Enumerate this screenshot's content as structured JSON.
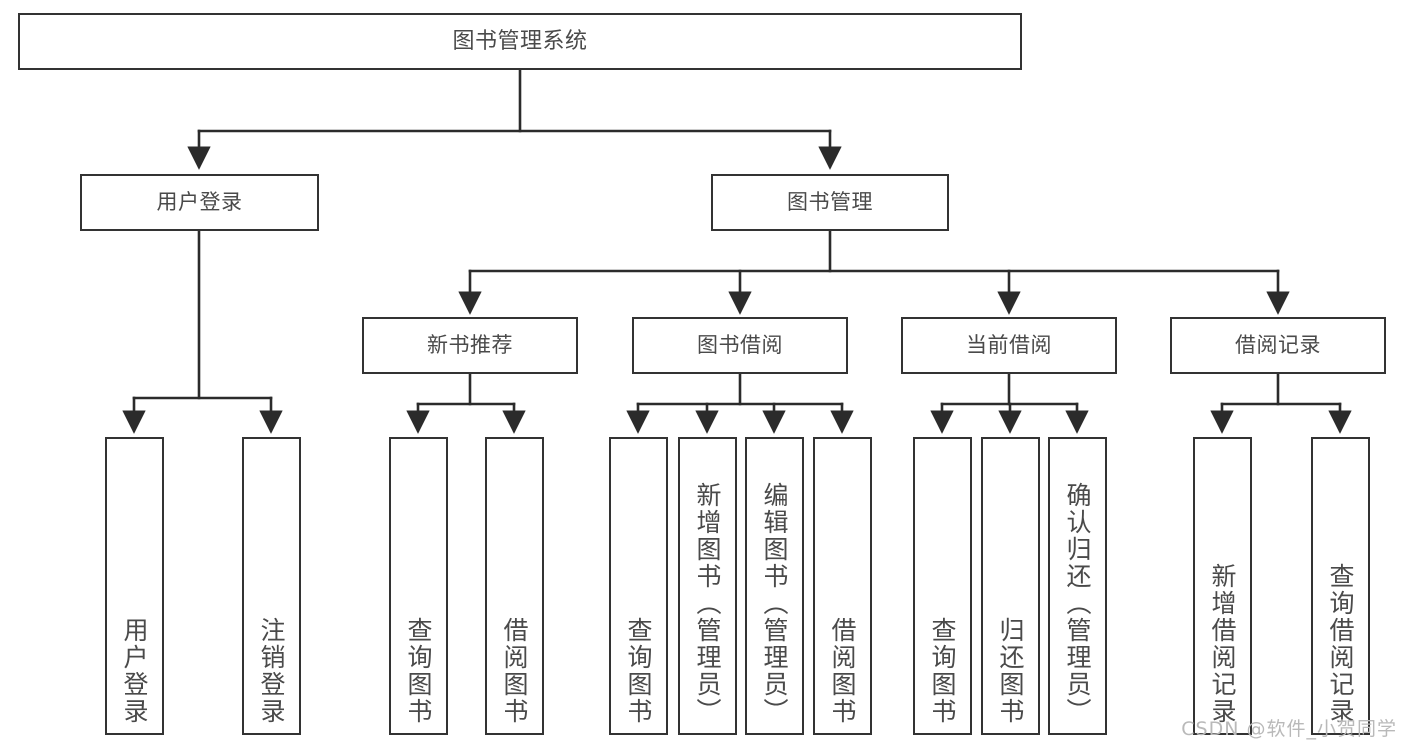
{
  "diagram": {
    "title": "图书管理系统",
    "type": "tree",
    "watermark": "CSDN @软件_小贺同学",
    "colors": {
      "box_border": "#333333",
      "box_fill": "#ffffff",
      "text": "#4a4a4a",
      "connector": "#2b2b2b",
      "watermark": "#b9b9b9",
      "background": "#ffffff"
    },
    "nodes": {
      "root": {
        "label": "图书管理系统"
      },
      "level2": [
        {
          "id": "user-login",
          "label": "用户登录"
        },
        {
          "id": "book-manage",
          "label": "图书管理"
        }
      ],
      "level3": [
        {
          "id": "new-book-recommend",
          "label": "新书推荐"
        },
        {
          "id": "book-borrow",
          "label": "图书借阅"
        },
        {
          "id": "current-borrow",
          "label": "当前借阅"
        },
        {
          "id": "borrow-record",
          "label": "借阅记录"
        }
      ],
      "leaves": {
        "user-login": [
          {
            "id": "leaf-user-login",
            "label": "用户登录"
          },
          {
            "id": "leaf-logout-login",
            "label": "注销登录"
          }
        ],
        "new-book-recommend": [
          {
            "id": "leaf-query-book-1",
            "label": "查询图书"
          },
          {
            "id": "leaf-borrow-book-1",
            "label": "借阅图书"
          }
        ],
        "book-borrow": [
          {
            "id": "leaf-query-book-2",
            "label": "查询图书"
          },
          {
            "id": "leaf-add-book",
            "label": "新增图书（管理员）"
          },
          {
            "id": "leaf-edit-book",
            "label": "编辑图书（管理员）"
          },
          {
            "id": "leaf-borrow-book-2",
            "label": "借阅图书"
          }
        ],
        "current-borrow": [
          {
            "id": "leaf-query-book-3",
            "label": "查询图书"
          },
          {
            "id": "leaf-return-book",
            "label": "归还图书"
          },
          {
            "id": "leaf-confirm-return",
            "label": "确认归还（管理员）"
          }
        ],
        "borrow-record": [
          {
            "id": "leaf-add-record",
            "label": "新增借阅记录"
          },
          {
            "id": "leaf-query-record",
            "label": "查询借阅记录"
          }
        ]
      }
    }
  }
}
